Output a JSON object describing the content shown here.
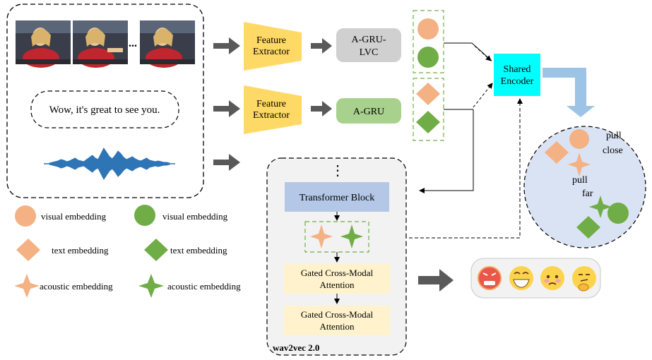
{
  "input_panel": {
    "ellipsis": "...",
    "utterance": "Wow, it's great to see you."
  },
  "feature_extractor": {
    "line1": "Feature",
    "line2": "Extractor"
  },
  "a_gru_lvc": {
    "line1": "A-GRU-",
    "line2": "LVC"
  },
  "a_gru": {
    "label": "A-GRU"
  },
  "shared_encoder": {
    "line1": "Shared",
    "line2": "Encoder"
  },
  "contrastive": {
    "pull_close_1": "pull",
    "pull_close_2": "close",
    "pull_far_1": "pull",
    "pull_far_2": "far"
  },
  "wav2vec": {
    "dots": "⋮",
    "transformer_block": "Transformer Block",
    "gcma_1_line1": "Gated Cross-Modal",
    "gcma_1_line2": "Attention",
    "gcma_2_line1": "Gated Cross-Modal",
    "gcma_2_line2": "Attention",
    "title": "wav2vec 2.0"
  },
  "legend": {
    "visual_orange": "visual embedding",
    "visual_green": "visual embedding",
    "text_orange": "text embedding",
    "text_green": "text embedding",
    "acoustic_orange": "acoustic embedding",
    "acoustic_green": "acoustic embedding"
  },
  "colors": {
    "orange": "#f4b183",
    "green": "#70ad47",
    "feature_yellow": "#ffd966",
    "grey_box": "#d0d0d0",
    "green_box": "#a9d18e",
    "cyan": "#00ffff",
    "transformer_blue": "#b4c7e7",
    "gcma_cream": "#fff2cc",
    "contrastive_bg": "#dae3f3",
    "arrow_grey": "#595959",
    "light_blue_arrow": "#9dc3e6"
  },
  "icons": [
    "video-frame",
    "speech-waveform",
    "angry-emoji",
    "grinning-emoji",
    "sad-emoji",
    "thinking-emoji"
  ]
}
